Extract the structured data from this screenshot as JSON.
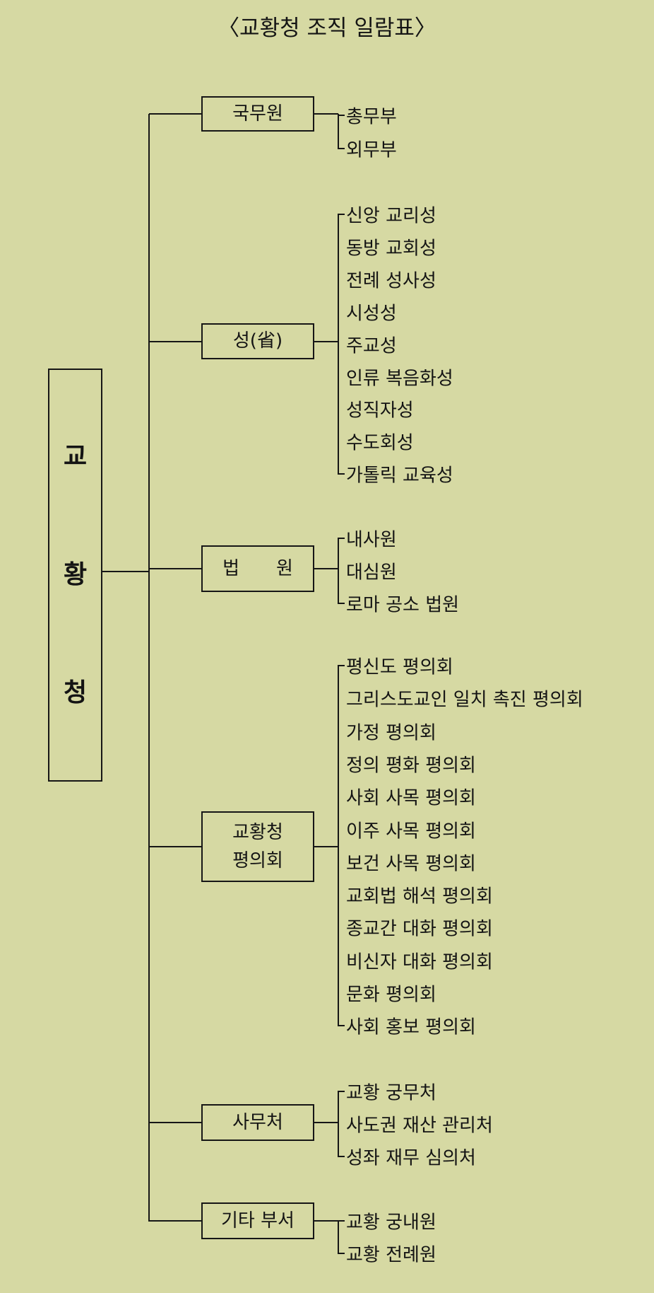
{
  "title": "〈교황청 조직 일람표〉",
  "root": {
    "chars": [
      "교",
      "황",
      "청"
    ]
  },
  "groups": [
    {
      "label": "국무원",
      "items": [
        "총무부",
        "외무부"
      ]
    },
    {
      "label": "성(省)",
      "items": [
        "신앙 교리성",
        "동방 교회성",
        "전례 성사성",
        "시성성",
        "주교성",
        "인류 복음화성",
        "성직자성",
        "수도회성",
        "가톨릭 교육성"
      ]
    },
    {
      "label": "법　　원",
      "items": [
        "내사원",
        "대심원",
        "로마 공소 법원"
      ]
    },
    {
      "label": "교황청\n평의회",
      "items": [
        "평신도 평의회",
        "그리스도교인 일치 촉진 평의회",
        "가정 평의회",
        "정의 평화 평의회",
        "사회 사목 평의회",
        "이주 사목 평의회",
        "보건 사목 평의회",
        "교회법 해석 평의회",
        "종교간 대화 평의회",
        "비신자 대화 평의회",
        "문화 평의회",
        "사회 홍보 평의회"
      ]
    },
    {
      "label": "사무처",
      "items": [
        "교황 궁무처",
        "사도권 재산 관리처",
        "성좌 재무 심의처"
      ]
    },
    {
      "label": "기타 부서",
      "items": [
        "교황 궁내원",
        "교황 전례원"
      ]
    }
  ]
}
